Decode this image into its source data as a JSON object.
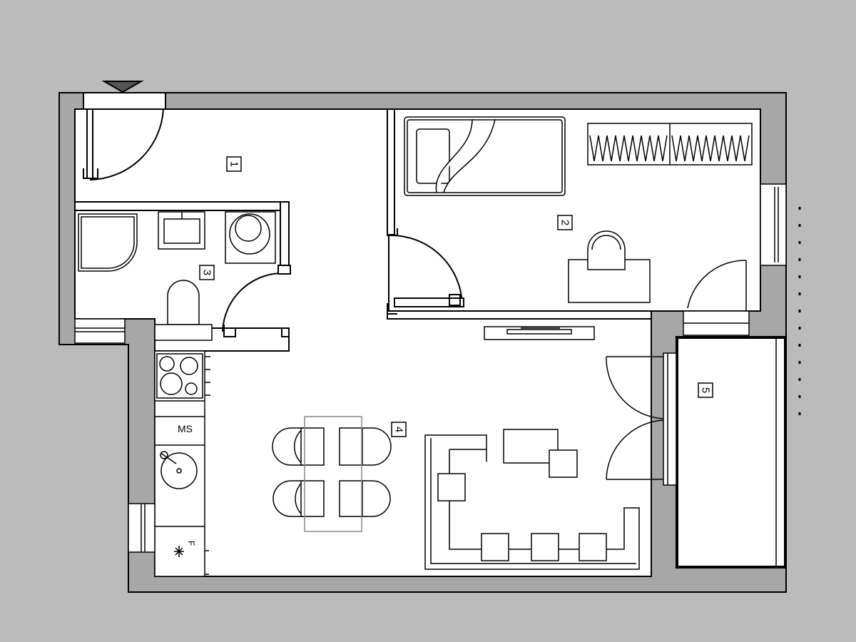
{
  "colors": {
    "background": "#bbbbbb",
    "wall": "#a7a7a7",
    "floor": "#ffffff",
    "line": "#000000",
    "table_outline": "#8a8a8a"
  },
  "rooms": [
    {
      "id": "hall",
      "label": "1"
    },
    {
      "id": "bedroom",
      "label": "2"
    },
    {
      "id": "bathroom",
      "label": "3"
    },
    {
      "id": "living",
      "label": "4"
    },
    {
      "id": "balcony",
      "label": "5"
    }
  ],
  "appliances": {
    "ms_label": "MS",
    "fridge_label": "F"
  },
  "icons": [
    "entrance-marker-icon",
    "snowflake-icon",
    "door-swing-icon",
    "window-icon"
  ]
}
